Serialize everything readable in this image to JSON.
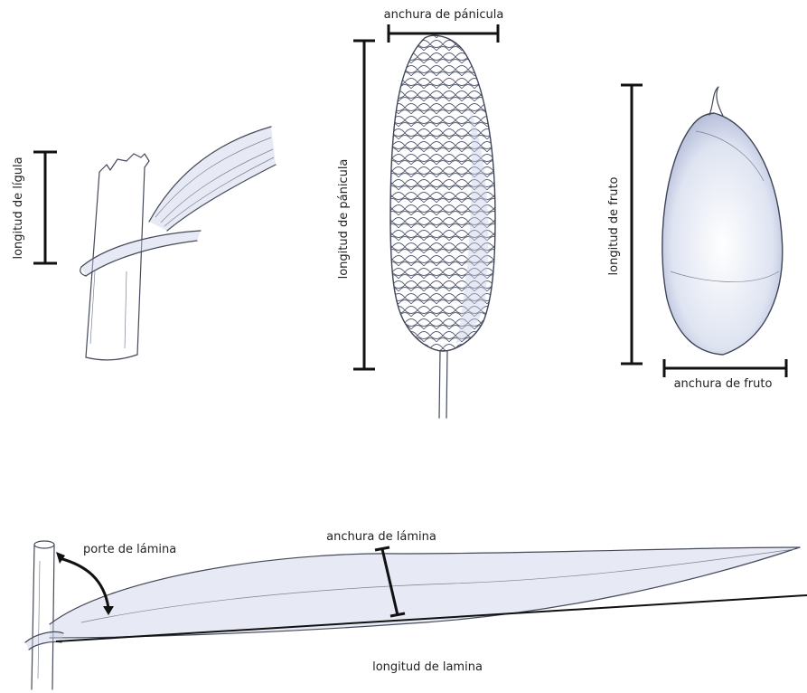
{
  "labels": {
    "ligule_length": "longitud de lígula",
    "panicle_width": "anchura de pánicula",
    "panicle_length": "longitud de pánicula",
    "fruit_length": "longitud de fruto",
    "fruit_width": "anchura de fruto",
    "blade_habit": "porte de lámina",
    "blade_width": "anchura de lámina",
    "blade_length": "longitud de lamina"
  }
}
